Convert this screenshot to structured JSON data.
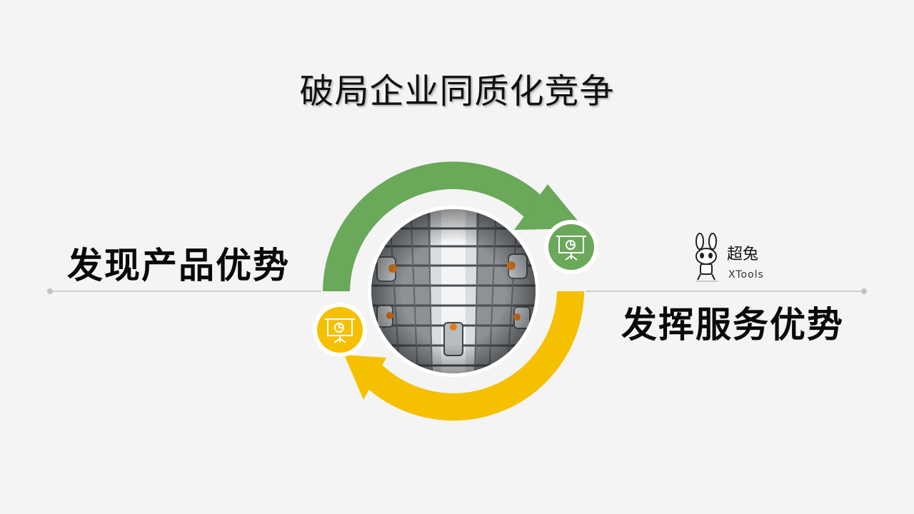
{
  "title": "破局企业同质化竞争",
  "left_label": "发现产品优势",
  "right_label": "发挥服务优势",
  "logo": {
    "cn_text": "超兔",
    "en_text": "XTools"
  },
  "colors": {
    "background": "#f4f4f4",
    "green_arrow": "#6aa85a",
    "yellow_arrow": "#f5c000",
    "divider": "#cfcfcf"
  },
  "icons": {
    "green_badge": "presentation-chart-icon",
    "yellow_badge": "presentation-chart-icon",
    "center_image": "elevator-shaft-photo",
    "logo_mascot": "rabbit-mascot-icon"
  }
}
